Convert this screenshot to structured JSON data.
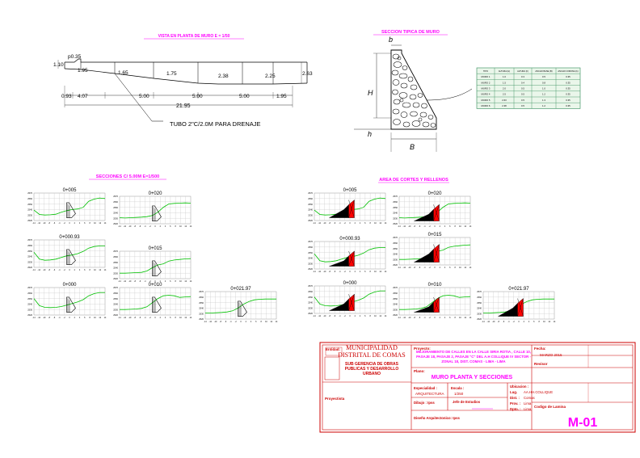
{
  "colors": {
    "title_magenta": "#ff00ff",
    "frame_red": "#cc0000",
    "terrain_green": "#00c000",
    "grid_gray": "#bdbdbd",
    "table_green": "#2e8b57",
    "cut_red": "#ff0000",
    "black": "#000000"
  },
  "plan": {
    "title": "VISTA EN PLANTA DE MURO  E = 1/50",
    "dims": {
      "h_left": "1.10",
      "p_top": "p0.35",
      "h_195": "1.95",
      "h_165": "1.65",
      "h_175": "1.75",
      "h_238": "2.38",
      "h_225": "2.25",
      "h_263": "2.63",
      "b_093": "0.93",
      "b_407": "4.07",
      "b_500a": "5.00",
      "b_500b": "5.00",
      "b_500c": "5.00",
      "b_195": "1.95",
      "total": "21.95"
    },
    "drain_label": "TUBO 2\"C/2.0M PARA DRENAJE"
  },
  "typical": {
    "title": "SECCION TIPICA DE MURO",
    "label_b": "b",
    "label_H": "H",
    "label_h": "h",
    "label_B": "B",
    "table_headers": [
      "TIPO",
      "ALTURA (H)",
      "ALTURA (h)",
      "ANCHO BASE (B)",
      "ANCHO CORONA (b)"
    ],
    "table_rows": [
      [
        "MURO 1",
        "1.0",
        "0.3",
        "0.5",
        "0.35"
      ],
      [
        "MURO 2",
        "1.5",
        "0.4",
        "0.8",
        "0.35"
      ],
      [
        "MURO 3",
        "2.0",
        "0.5",
        "1.0",
        "0.35"
      ],
      [
        "MURO 4",
        "2.5",
        "0.5",
        "1.2",
        "0.35"
      ],
      [
        "MURO 5",
        "2.63",
        "0.5",
        "1.3",
        "0.35"
      ],
      [
        "MURO 6",
        "2.38",
        "0.5",
        "1.2",
        "0.35"
      ]
    ]
  },
  "sections_left": {
    "title": "SECCIONES C/ 5.00M E=1/500",
    "panels": [
      {
        "label": "0+005",
        "wall": true
      },
      {
        "label": "0+020",
        "wall": true
      },
      {
        "label": "0+000.93",
        "wall": true
      },
      {
        "label": "0+015",
        "wall": true
      },
      {
        "label": "0+000",
        "wall": true
      },
      {
        "label": "0+010",
        "wall": true
      },
      {
        "label": "0+021.97",
        "wall": true
      }
    ]
  },
  "sections_right": {
    "title": "AREA DE CORTES Y RELLENOS",
    "panels": [
      {
        "label": "0+005"
      },
      {
        "label": "0+020"
      },
      {
        "label": "0+000.93"
      },
      {
        "label": "0+015"
      },
      {
        "label": "0+000"
      },
      {
        "label": "0+010"
      },
      {
        "label": "0+021.97"
      }
    ]
  },
  "title_block": {
    "entidad_label": "Entidad:",
    "entidad_l1": "MUNICIPALIDAD",
    "entidad_l2": "DISTRITAL DE COMAS",
    "subgerencia_l1": "SUB GERENCIA DE OBRAS",
    "subgerencia_l2": "PUBLICAS Y DESARROLLO",
    "subgerencia_l3": "URBANO",
    "proyecto_label": "Proyecto:",
    "proyecto_l1": "MEJORAMIENTO DE CALLES EN LA CALLE SIRIA ROTIA , CALLE 10,",
    "proyecto_l2": "PASAJE 18, PASAJE 2, PASAJE \"C\" DEL A.H COLLIQUE IV SECTOR -",
    "proyecto_l3": "ZONAL 18, DIST. COMAS - LIMA - LIMA",
    "fecha_label": "Fecha:",
    "fecha_value": "MARZO 2015",
    "plano_label": "Plano:",
    "plano_value": "MURO PLANTA Y SECCIONES",
    "revisor_label": "Revisor",
    "especialidad_label": "Especialidad :",
    "especialidad_value": "ARQUITECTURA",
    "escala_label": "Escala :",
    "escala_value": "1/250",
    "ubicacion_label": "Ubicacion :",
    "lug_label": "Lug.",
    "lug_value": "AA.HH.COLLIQUE",
    "dist_label": "Dist. :",
    "dist_value": "Comas",
    "prov_label": "Prov. :",
    "prov_value": "Lima",
    "dpto_label": "Dpto. :",
    "dpto_value": "Lima",
    "dibujo_label": "Dibujo : Ipss",
    "jefe_label": "Jefe de Estudios",
    "disenio_label": "Diseño Arquitectonico: Ipss",
    "proyectista_label": "Proyectista",
    "codigo_label": "Codigo de Lamina",
    "codigo_value": "M-01"
  }
}
